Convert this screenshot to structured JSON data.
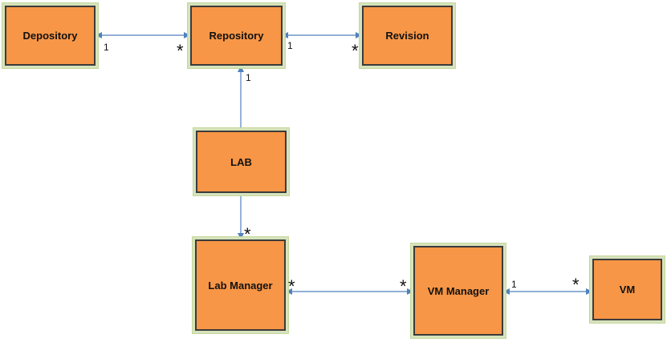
{
  "nodes": {
    "depository": "Depository",
    "repository": "Repository",
    "revision": "Revision",
    "lab": "LAB",
    "lab_manager": "Lab Manager",
    "vm_manager": "VM Manager",
    "vm": "VM"
  },
  "multiplicities": {
    "depository_repository_one": "1",
    "depository_repository_many": "*",
    "repository_revision_one": "1",
    "repository_revision_many": "*",
    "lab_repository_one": "1",
    "lab_labmanager_many": "*",
    "labmanager_vmmanager_left_many": "*",
    "labmanager_vmmanager_right_many": "*",
    "vmmanager_vm_one": "1",
    "vmmanager_vm_many": "*"
  },
  "colors": {
    "box_fill": "#f79646",
    "box_border": "#3b3b3b",
    "box_glow": "#d6e3bc",
    "connector": "#4f81bd"
  }
}
